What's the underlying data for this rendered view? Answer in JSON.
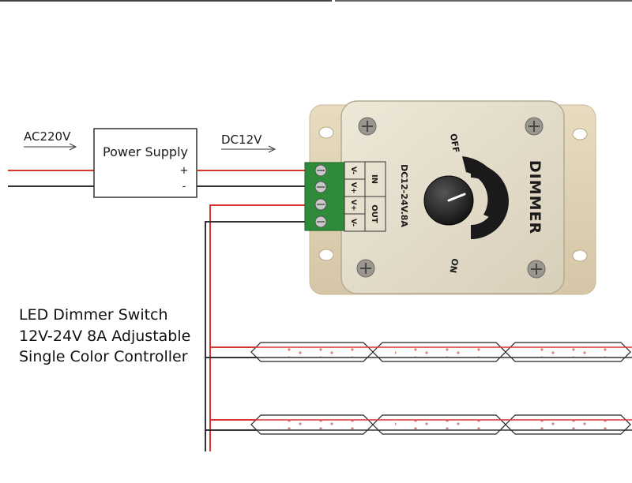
{
  "input": {
    "voltage": "AC220V"
  },
  "power_supply": {
    "label": "Power Supply",
    "plus": "+",
    "minus": "-"
  },
  "output": {
    "voltage": "DC12V"
  },
  "dimmer": {
    "title": "DIMMER",
    "rating": "DC12-24V.8A",
    "off_label": "OFF",
    "on_label": "ON",
    "terminal_in": "IN",
    "terminal_out": "OUT",
    "pins": [
      "V-",
      "V+",
      "V+",
      "V-"
    ]
  },
  "caption": {
    "line1": "LED Dimmer Switch",
    "line2": "12V-24V 8A Adjustable",
    "line3": "Single Color Controller"
  },
  "colors": {
    "wire_red": "#d93434",
    "wire_dark": "#333333",
    "housing": "#e3dcca",
    "terminal_green": "#2e8b3a",
    "knob": "#222222"
  }
}
